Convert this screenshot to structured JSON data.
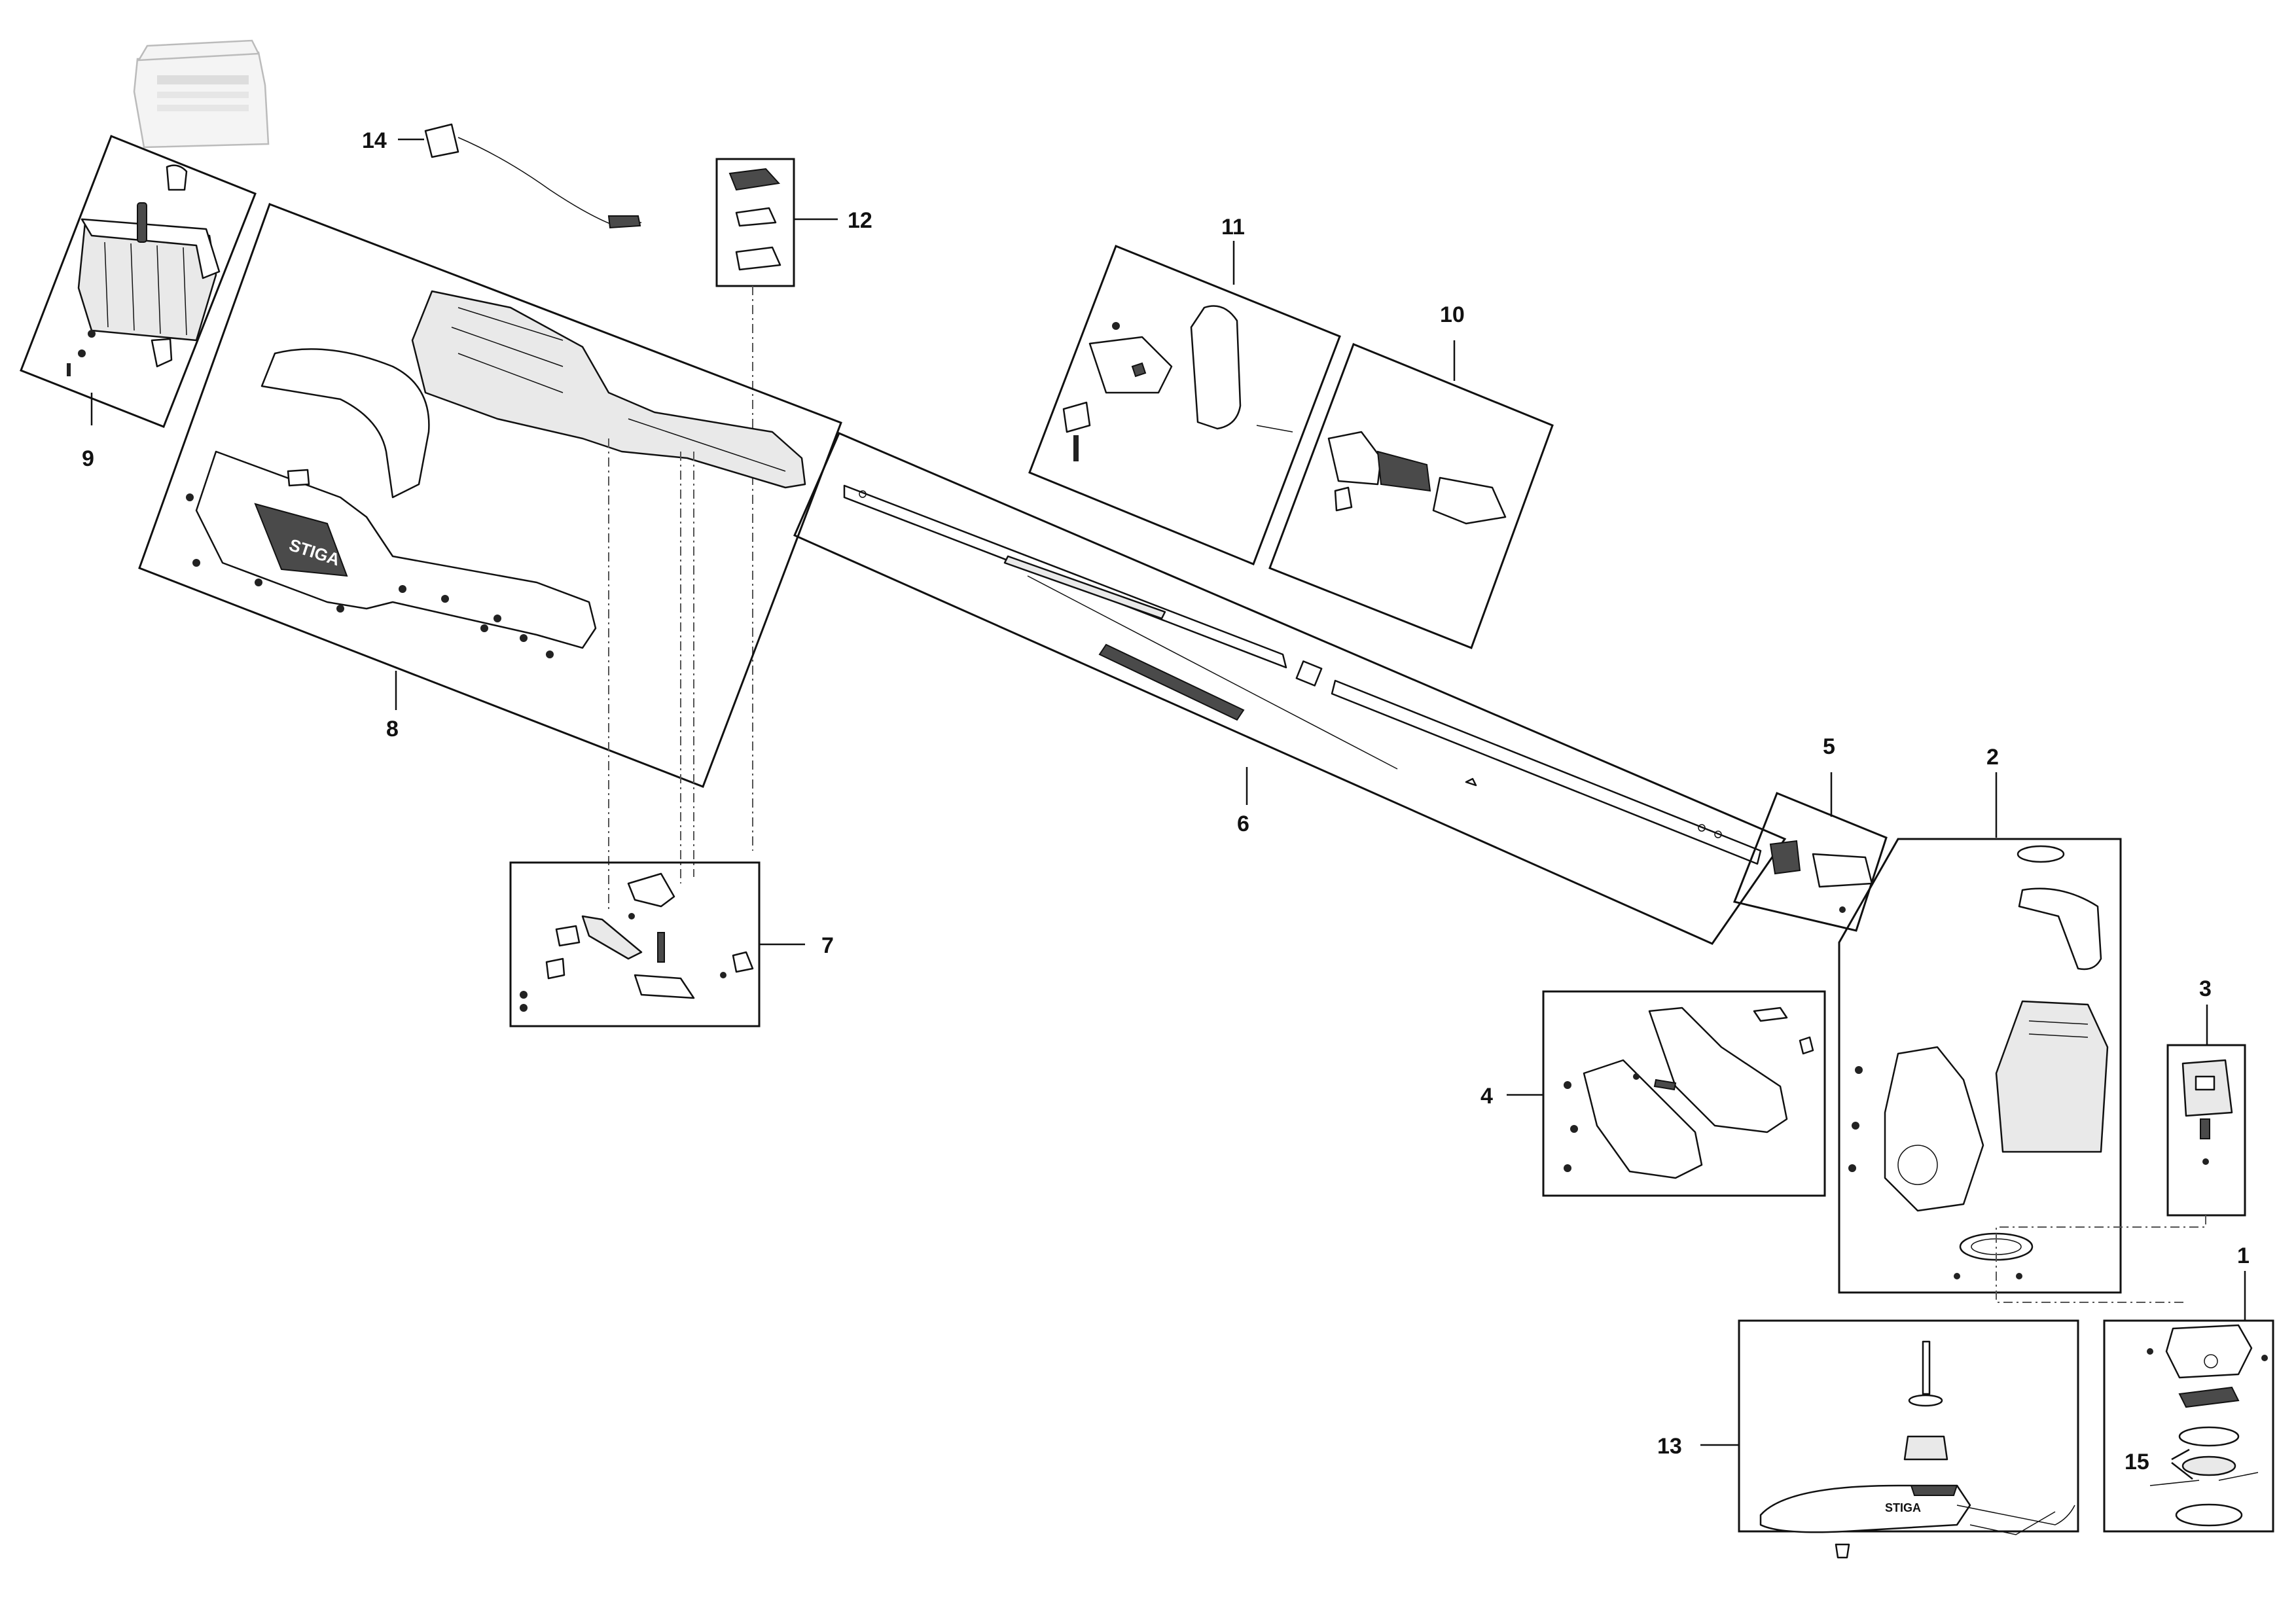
{
  "callouts": {
    "c1": "1",
    "c2": "2",
    "c3": "3",
    "c4": "4",
    "c5": "5",
    "c6": "6",
    "c7": "7",
    "c8": "8",
    "c9": "9",
    "c10": "10",
    "c11": "11",
    "c12": "12",
    "c13": "13",
    "c14": "14",
    "c15": "15"
  },
  "brand_marks": {
    "handle_cover": "STIGA",
    "guard": "STIGA"
  }
}
